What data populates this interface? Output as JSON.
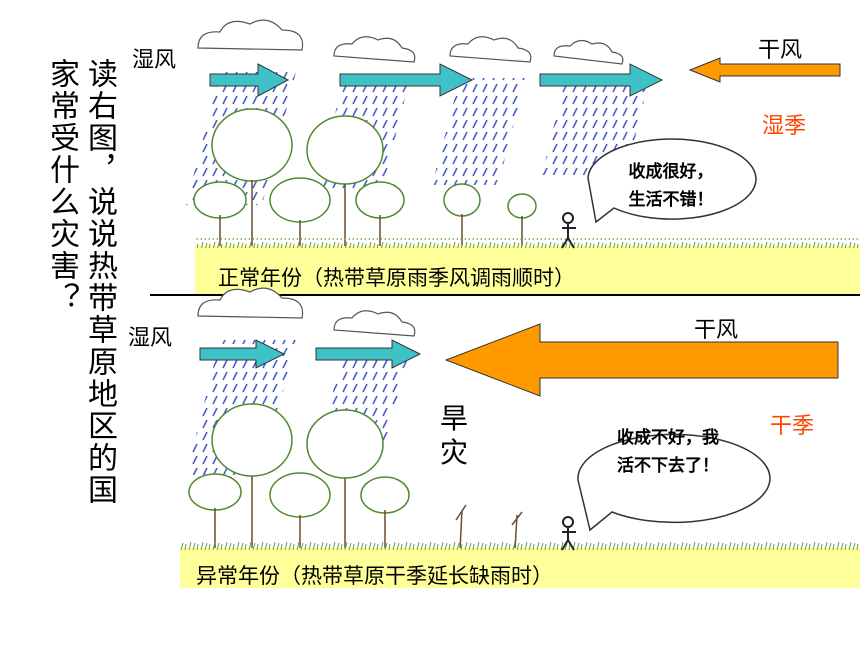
{
  "question": {
    "line1": "读右图，说说热带草原地区的国",
    "line2": "家常受什么灾害？"
  },
  "top_panel": {
    "wet_wind": "湿风",
    "dry_wind": "干风",
    "season": "湿季",
    "speech": [
      "收成很好，",
      "生活不错！"
    ],
    "caption": "正常年份（热带草原雨季风调雨顺时）"
  },
  "bottom_panel": {
    "wet_wind": "湿风",
    "dry_wind": "干风",
    "season": "干季",
    "disaster": "旱灾",
    "speech": [
      "收成不好，我",
      "活不下去了！"
    ],
    "caption": "异常年份（热带草原干季延长缺雨时）"
  },
  "colors": {
    "wet_arrow": "#3ec1c7",
    "dry_arrow": "#ff9900",
    "season_text": "#ff4500",
    "ground": "#ffff99",
    "rain": "#4a5fd0",
    "tree": "#4e8a2f"
  }
}
